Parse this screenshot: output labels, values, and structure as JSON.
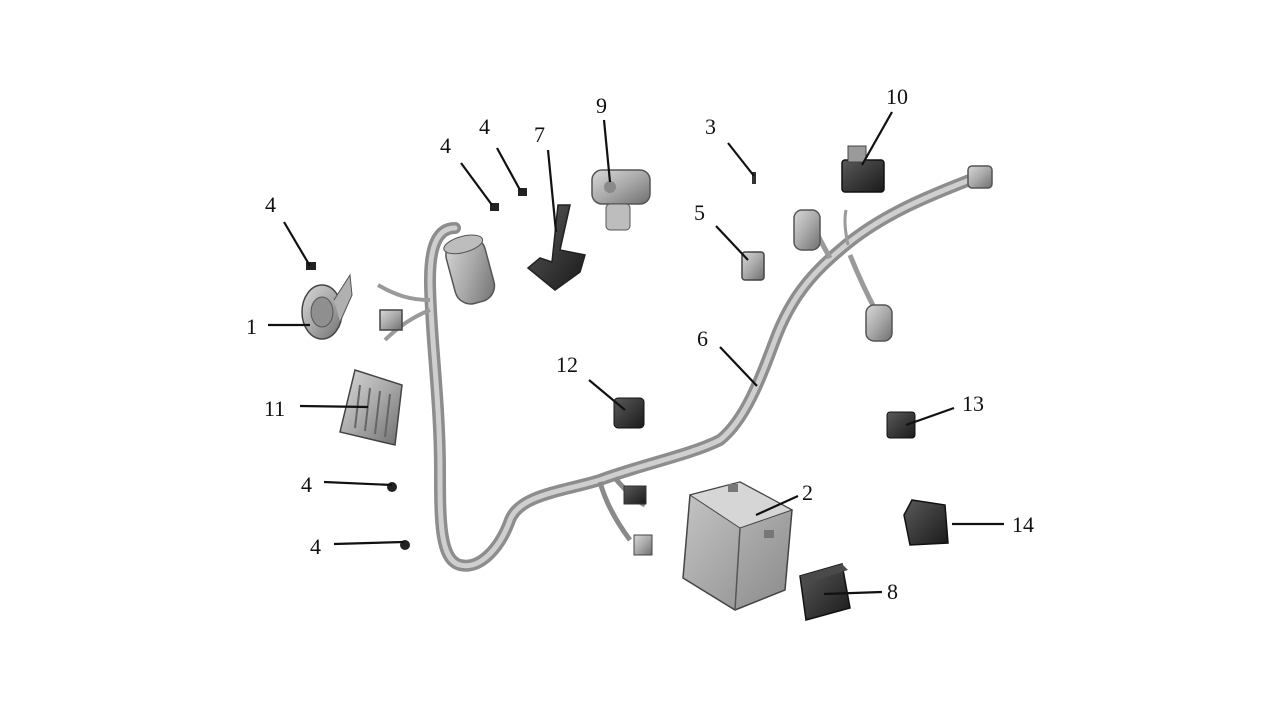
{
  "diagram": {
    "callouts": [
      {
        "id": "c1",
        "label": "1"
      },
      {
        "id": "c2",
        "label": "2"
      },
      {
        "id": "c3",
        "label": "3"
      },
      {
        "id": "c4a",
        "label": "4"
      },
      {
        "id": "c4b",
        "label": "4"
      },
      {
        "id": "c4c",
        "label": "4"
      },
      {
        "id": "c4d",
        "label": "4"
      },
      {
        "id": "c4e",
        "label": "4"
      },
      {
        "id": "c5",
        "label": "5"
      },
      {
        "id": "c6",
        "label": "6"
      },
      {
        "id": "c7",
        "label": "7"
      },
      {
        "id": "c8",
        "label": "8"
      },
      {
        "id": "c9",
        "label": "9"
      },
      {
        "id": "c10",
        "label": "10"
      },
      {
        "id": "c11",
        "label": "11"
      },
      {
        "id": "c12",
        "label": "12"
      },
      {
        "id": "c13",
        "label": "13"
      },
      {
        "id": "c14",
        "label": "14"
      }
    ]
  }
}
